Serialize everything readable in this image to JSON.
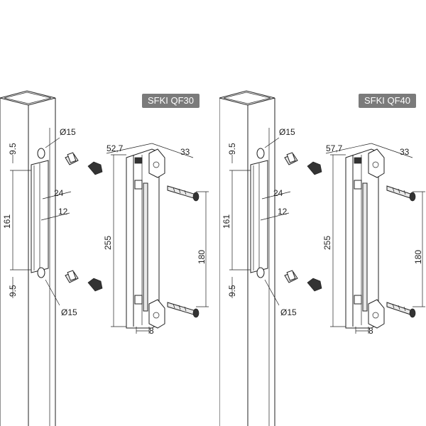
{
  "panels": [
    {
      "model": "SFKI QF30",
      "dims": {
        "width": "52,7",
        "depth": "33",
        "hole_top": "Ø15",
        "hole_bottom": "Ø15",
        "offset_top": "9.5",
        "offset_bottom": "9.5",
        "slot_height": "161",
        "slot_w1": "24",
        "slot_w2": "12",
        "height": "255",
        "screw_span": "180",
        "thickness": "8"
      }
    },
    {
      "model": "SFKI QF40",
      "dims": {
        "width": "57,7",
        "depth": "33",
        "hole_top": "Ø15",
        "hole_bottom": "Ø15",
        "offset_top": "9.5",
        "offset_bottom": "9.5",
        "slot_height": "161",
        "slot_w1": "24",
        "slot_w2": "12",
        "height": "255",
        "screw_span": "180",
        "thickness": "8"
      }
    }
  ]
}
